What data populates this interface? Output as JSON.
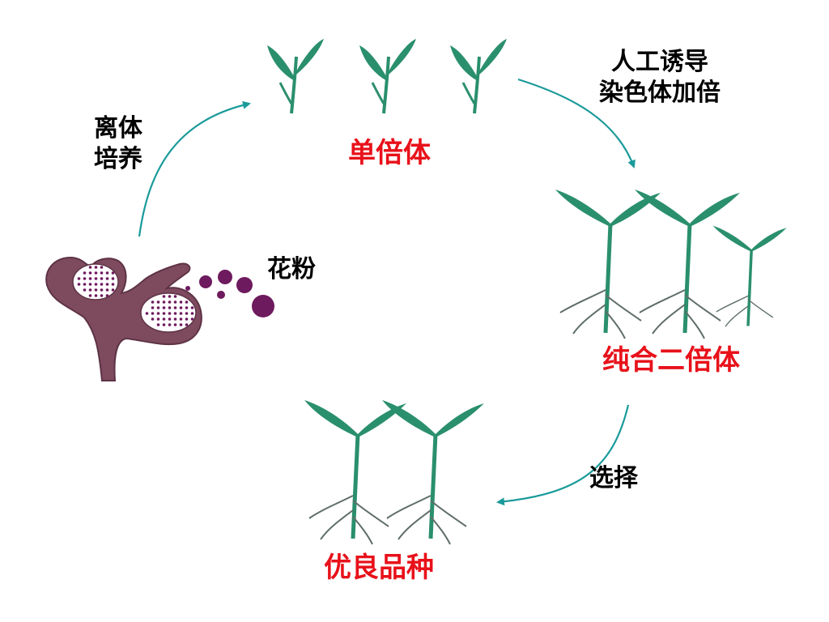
{
  "labels": {
    "haploid": "单倍体",
    "pure_diploid": "纯合二倍体",
    "elite_variety": "优良品种",
    "pollen": "花粉",
    "anther_culture_line1": "离体",
    "anther_culture_line2": "培养",
    "induce_line1": "人工诱导",
    "induce_line2": "染色体加倍",
    "selection": "选择"
  },
  "colors": {
    "stage_label": "#e8111a",
    "process_label": "#000000",
    "arrow": "#1a9a9a",
    "plant": "#2a8f6c",
    "plant_dark": "#1f7156",
    "root": "#5f6e6b",
    "anther": "#7e4a5e",
    "anther_dark": "#5e3346",
    "pollen_grain": "#6e1a5e"
  }
}
